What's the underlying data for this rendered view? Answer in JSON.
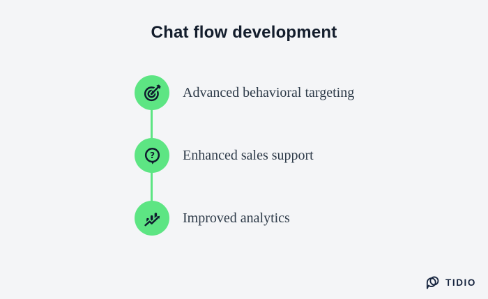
{
  "title": "Chat flow development",
  "items": [
    {
      "label": "Advanced behavioral targeting",
      "icon": "target-arrow-icon"
    },
    {
      "label": "Enhanced sales support",
      "icon": "question-bubble-icon"
    },
    {
      "label": "Improved analytics",
      "icon": "bar-chart-arrow-icon"
    }
  ],
  "logo": {
    "text": "TIDIO"
  },
  "colors": {
    "background": "#f4f5f7",
    "accent_green": "#5de583",
    "icon_dark": "#0f1c2e",
    "title_color": "#131d2c",
    "body_text": "#2e3b49",
    "logo_navy": "#17253f"
  }
}
